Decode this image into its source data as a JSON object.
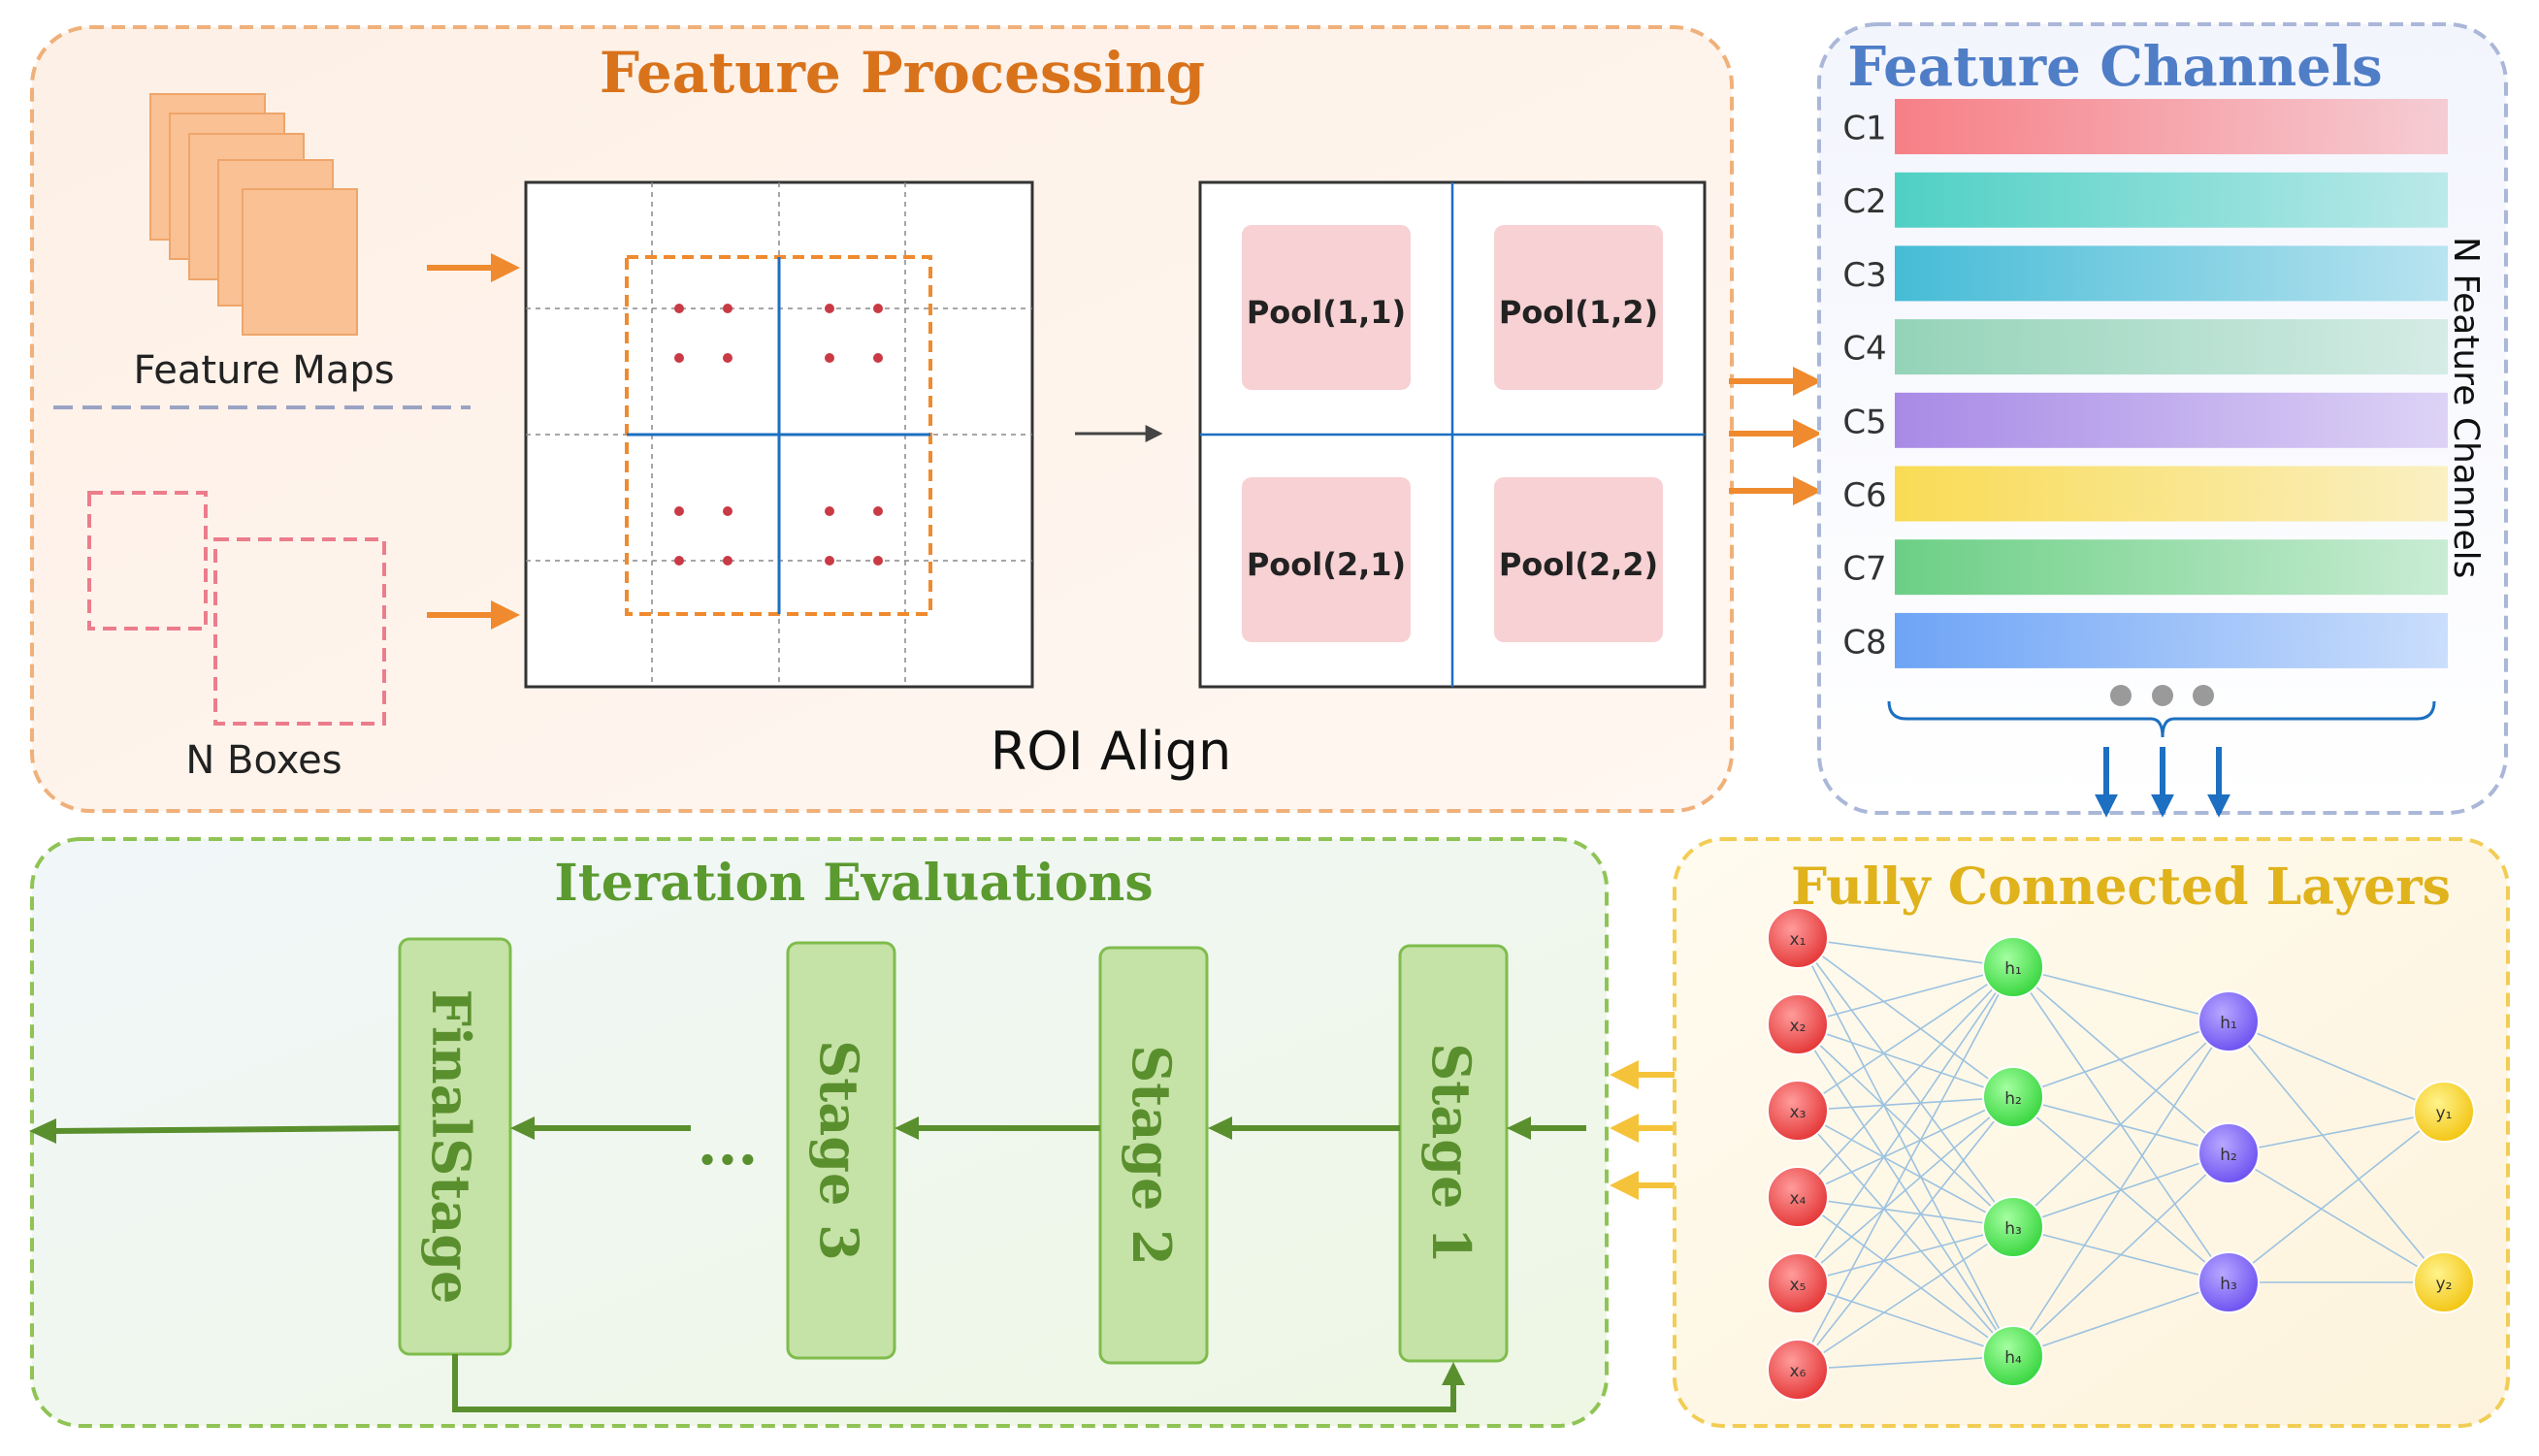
{
  "feature_processing": {
    "title": "Feature Processing",
    "feature_maps_label": "Feature Maps",
    "boxes_label": "N Boxes",
    "roi_label": "ROI Align",
    "pools": [
      "Pool(1,1)",
      "Pool(1,2)",
      "Pool(2,1)",
      "Pool(2,2)"
    ]
  },
  "feature_channels": {
    "title": "Feature Channels",
    "side_label": "N Feature Channels",
    "channels": [
      {
        "label": "C1",
        "color": "#f77f86"
      },
      {
        "label": "C2",
        "color": "#4fd0c4"
      },
      {
        "label": "C3",
        "color": "#46bcd6"
      },
      {
        "label": "C4",
        "color": "#94d3b8"
      },
      {
        "label": "C5",
        "color": "#a88ae6"
      },
      {
        "label": "C6",
        "color": "#f9db54"
      },
      {
        "label": "C7",
        "color": "#6ccf85"
      },
      {
        "label": "C8",
        "color": "#6ea4f6"
      }
    ]
  },
  "iteration": {
    "title": "Iteration Evaluations",
    "ellipsis": "...",
    "stages": [
      "FinalStage",
      "Stage 3",
      "Stage 2",
      "Stage 1"
    ]
  },
  "fc": {
    "title": "Fully Connected Layers",
    "inputs": [
      "x₁",
      "x₂",
      "x₃",
      "x₄",
      "x₅",
      "x₆"
    ],
    "hidden1": [
      "h₁",
      "h₂",
      "h₃",
      "h₄"
    ],
    "hidden2": [
      "h₁",
      "h₂",
      "h₃"
    ],
    "outputs": [
      "y₁",
      "y₂"
    ]
  },
  "colors": {
    "orange": "#ef8a2e",
    "blue": "#1c6fc1",
    "green": "#5a8f2e",
    "yellow": "#f5c33a",
    "title_orange": "#d9731b",
    "title_blue": "#4f7ec7",
    "title_green": "#5b9a2f",
    "title_yellow": "#e0b21c"
  }
}
